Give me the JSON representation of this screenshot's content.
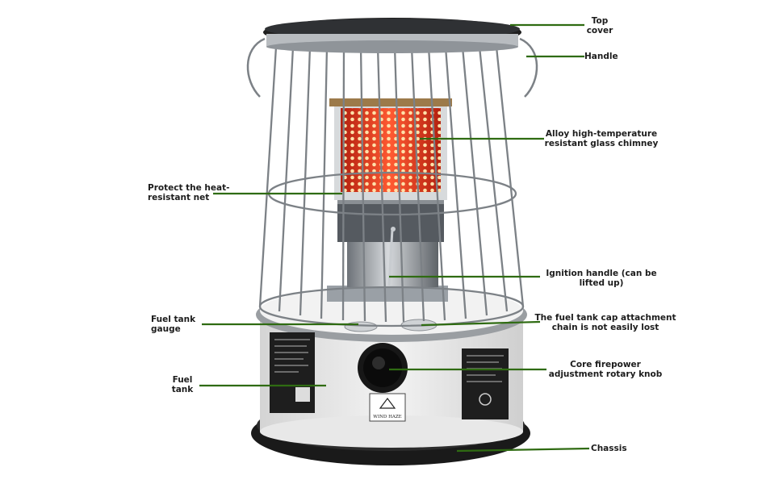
{
  "labels": {
    "top_cover": "Top\ncover",
    "handle": "Handle",
    "chimney": "Alloy high-temperature\nresistant glass chimney",
    "heat_net": "Protect the heat-\nresistant net",
    "ignition": "Ignition handle (can be\nlifted up)",
    "fuel_gauge": "Fuel tank\ngauge",
    "cap_chain": "The fuel tank cap attachment\nchain is not easily lost",
    "knob": "Core firepower\nadjustment rotary knob",
    "fuel_tank": "Fuel\ntank",
    "chassis": "Chassis"
  },
  "brand": "WIND HAZE",
  "colors": {
    "leader": "#2f6b12",
    "flame": "#e8442a",
    "body": "#ebebeb",
    "base": "#1a1a1a"
  }
}
